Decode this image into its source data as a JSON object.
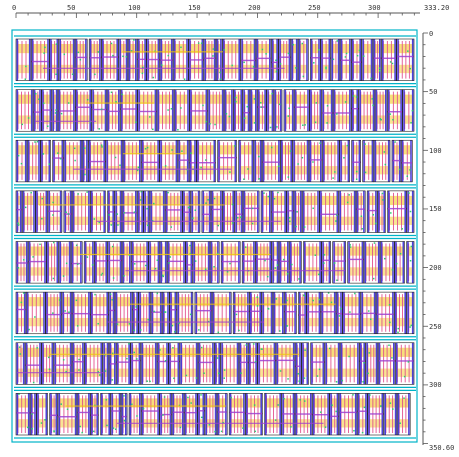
{
  "ruler": {
    "top_ticks": [
      "0",
      "50",
      "100",
      "150",
      "200",
      "250",
      "300"
    ],
    "top_end_label": "333.20",
    "right_ticks": [
      "0",
      "50",
      "100",
      "150",
      "200",
      "250",
      "300"
    ],
    "right_end_label": "350.60"
  },
  "layout": {
    "row_count": 8,
    "colors": {
      "boundary": "#00b3c7",
      "metal1": "#3b2fd6",
      "metal2": "#9b3fd0",
      "poly": "#e04a8a",
      "diffusion": "#f1c40f",
      "contact": "#2ecc71",
      "cell_outline": "#1a1a1a",
      "ruler": "#555555"
    }
  }
}
